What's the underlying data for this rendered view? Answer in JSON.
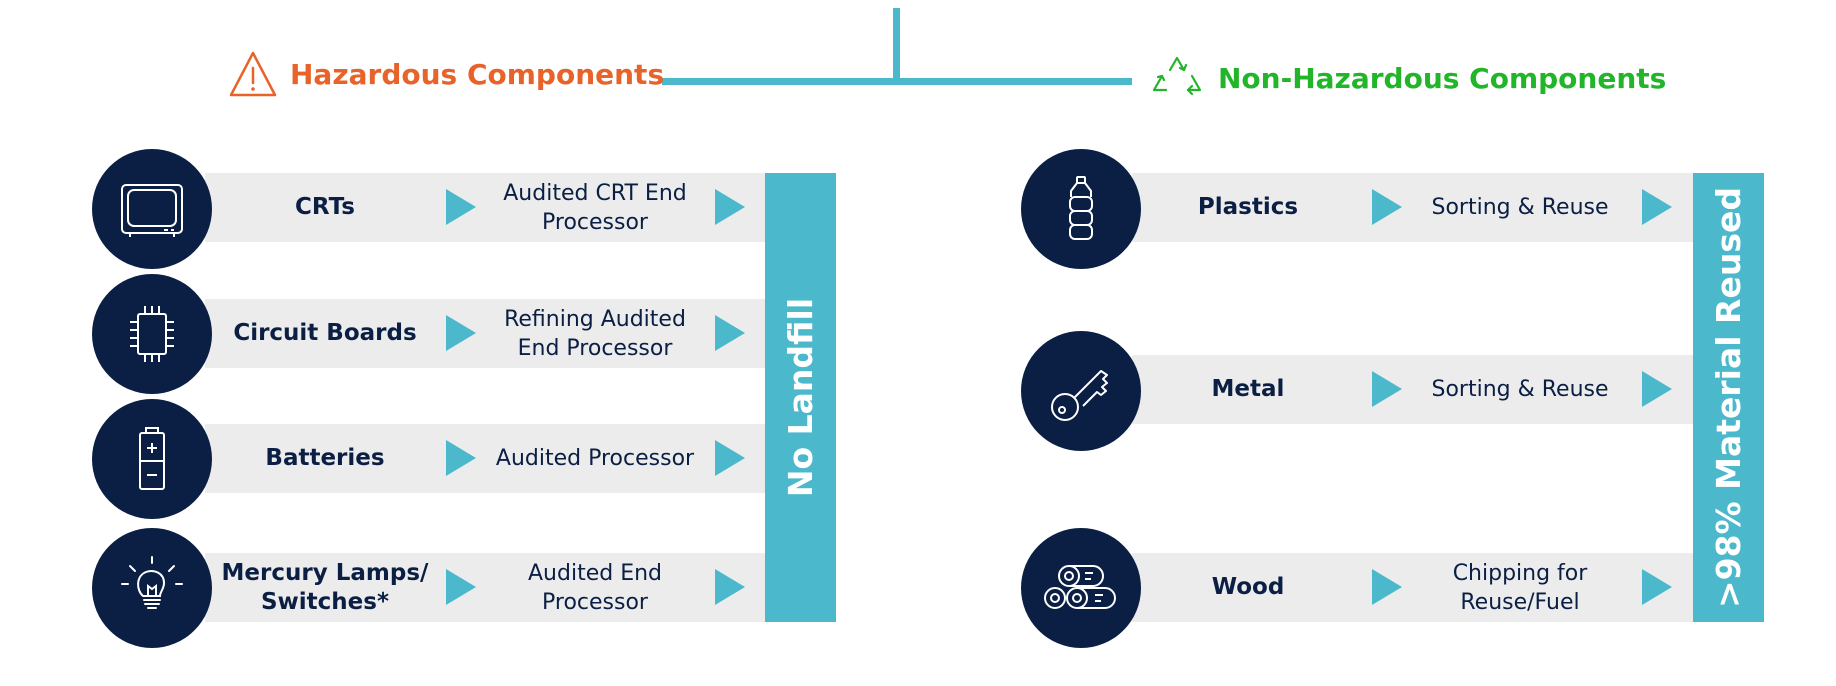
{
  "headers": {
    "hazardous": "Hazardous Components",
    "non_hazardous": "Non-Hazardous Components"
  },
  "hazardous_rows": [
    {
      "item": "CRTs",
      "process": "Audited CRT End Processor",
      "icon": "tv-icon"
    },
    {
      "item": "Circuit Boards",
      "process": "Refining Audited End Processor",
      "icon": "chip-icon"
    },
    {
      "item": "Batteries",
      "process": "Audited Processor",
      "icon": "battery-icon"
    },
    {
      "item": "Mercury Lamps/ Switches*",
      "process": "Audited End Processor",
      "icon": "lightbulb-icon"
    }
  ],
  "non_hazardous_rows": [
    {
      "item": "Plastics",
      "process": "Sorting & Reuse",
      "icon": "bottle-icon"
    },
    {
      "item": "Metal",
      "process": "Sorting & Reuse",
      "icon": "key-icon"
    },
    {
      "item": "Wood",
      "process": "Chipping for Reuse/Fuel",
      "icon": "logs-icon"
    }
  ],
  "bars": {
    "no_landfill": "No Landfill",
    "material_reused": ">98% Material Reused"
  },
  "colors": {
    "navy": "#0b1f44",
    "teal": "#4bb8cc",
    "strip": "#ececec",
    "hazard": "#e8632a",
    "recycle": "#22b52a"
  }
}
